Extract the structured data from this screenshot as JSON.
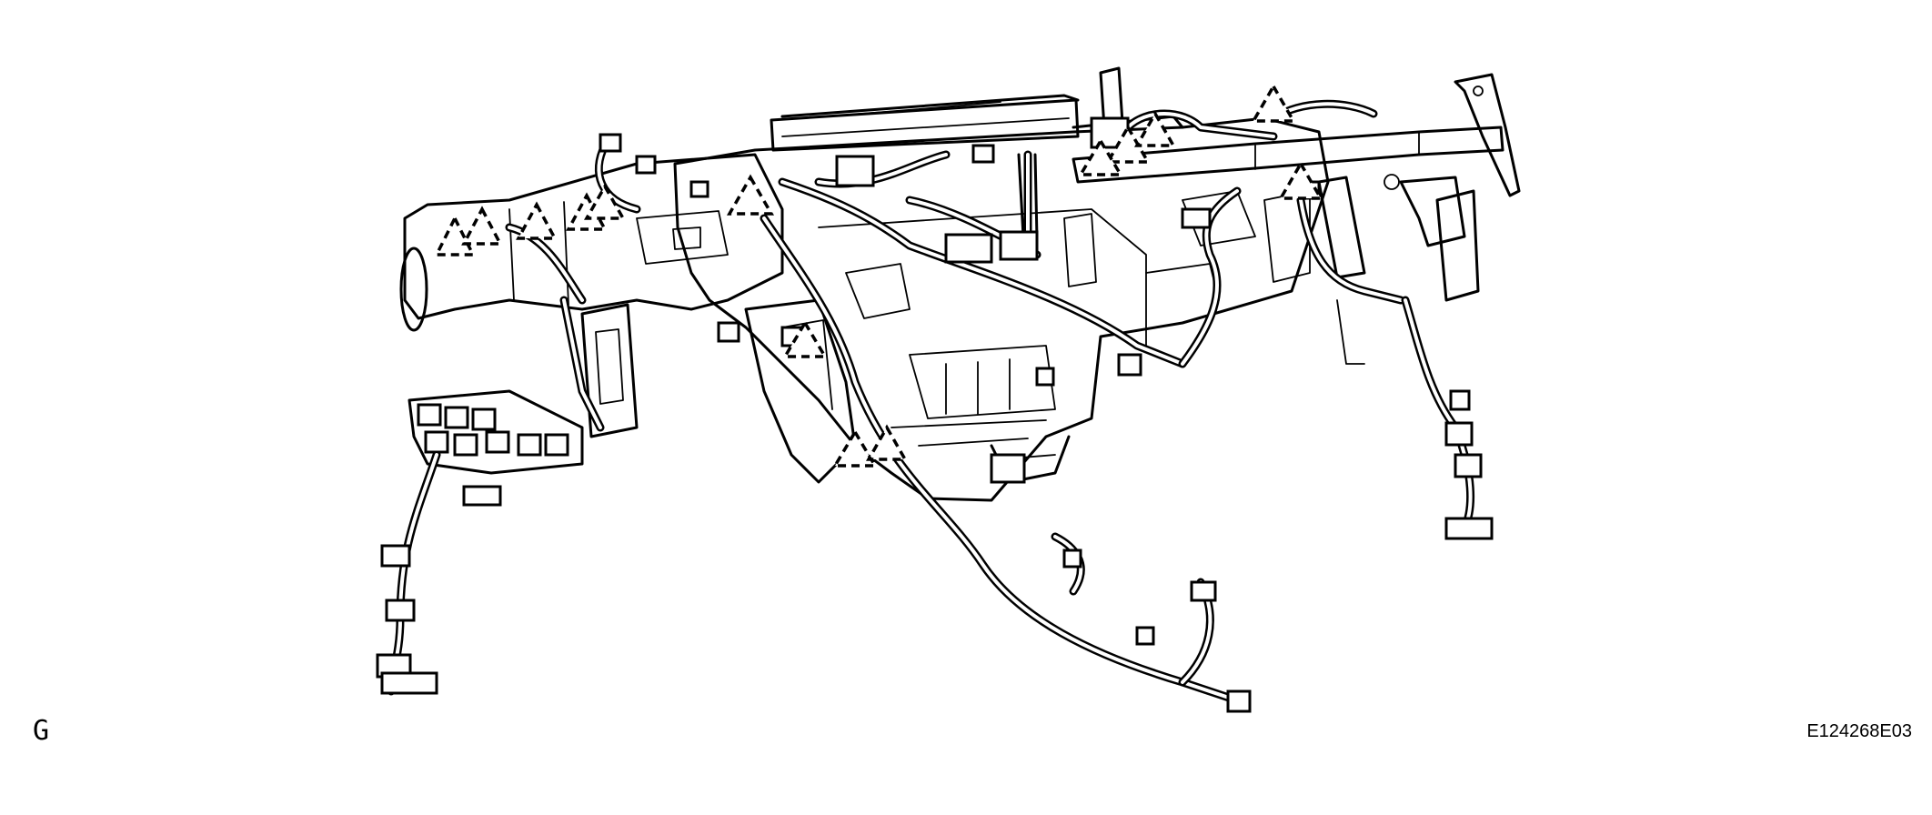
{
  "figure": {
    "view_label": "G",
    "figure_id": "E124268E03"
  },
  "colors": {
    "line": "#000000",
    "background": "#ffffff"
  },
  "clip_markers": 14
}
